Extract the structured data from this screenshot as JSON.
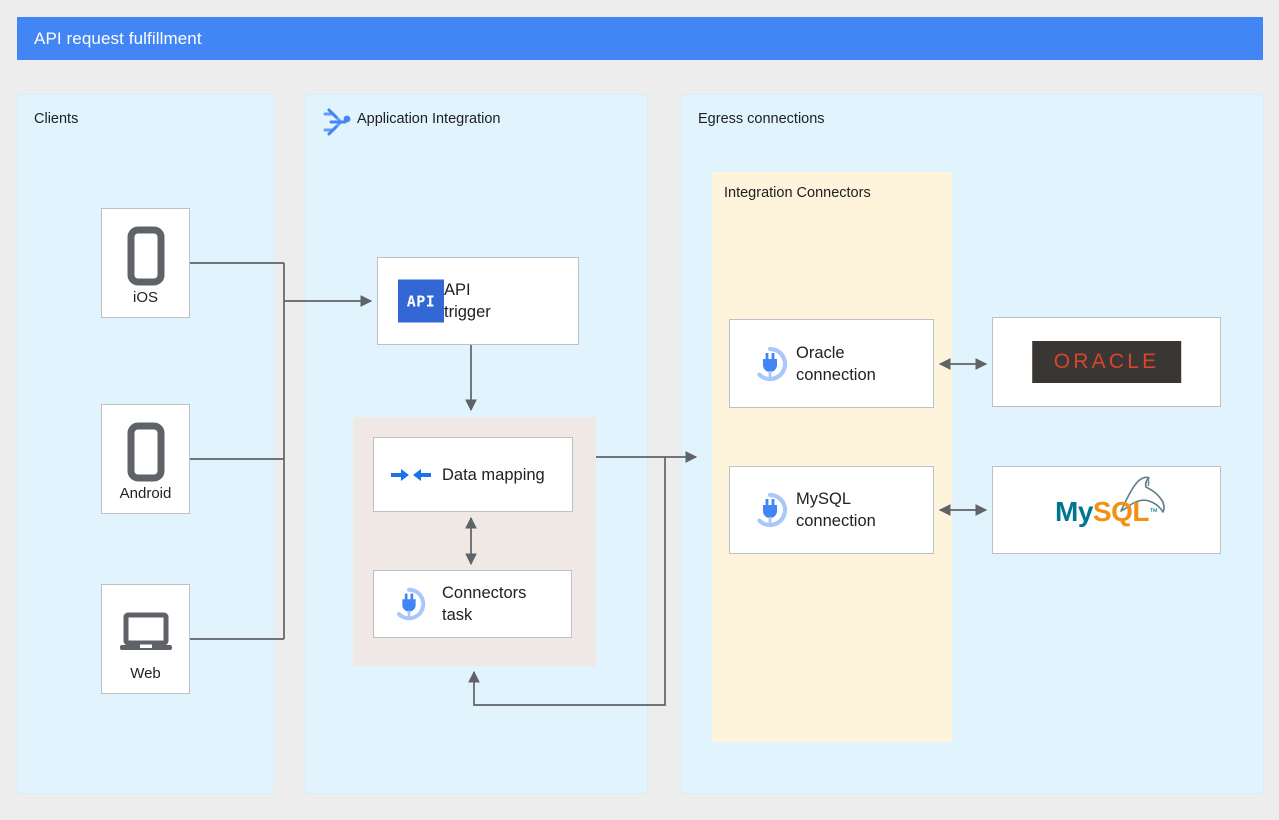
{
  "header": {
    "title": "API request fulfillment",
    "bar_color": "#4285F4"
  },
  "panels": {
    "clients": {
      "title": "Clients",
      "background": "#E1F3FC"
    },
    "application_integration": {
      "title": "Application Integration",
      "icon": "application-integration-icon",
      "background": "#E1F3FC"
    },
    "egress": {
      "title": "Egress connections",
      "background": "#E1F3FC"
    },
    "integration_connectors": {
      "title": "Integration Connectors",
      "background": "#FEF4DC"
    }
  },
  "clients": [
    {
      "label": "iOS",
      "icon": "phone-icon"
    },
    {
      "label": "Android",
      "icon": "phone-icon"
    },
    {
      "label": "Web",
      "icon": "laptop-icon"
    }
  ],
  "integration_nodes": {
    "api_trigger": {
      "label": "API\ntrigger",
      "icon": "api-badge-icon",
      "icon_text": "API"
    },
    "data_mapping": {
      "label": "Data mapping",
      "icon": "data-mapping-icon"
    },
    "connectors_task": {
      "label": "Connectors\ntask",
      "icon": "connector-plug-icon"
    }
  },
  "connections": [
    {
      "label": "Oracle\nconnection",
      "icon": "connector-plug-icon",
      "target": "Oracle",
      "target_logo": "oracle-logo"
    },
    {
      "label": "MySQL\nconnection",
      "icon": "connector-plug-icon",
      "target": "MySQL",
      "target_logo": "mysql-logo"
    }
  ],
  "logos": {
    "oracle": {
      "text": "ORACLE",
      "text_color": "#D9442B",
      "background": "#3A3633"
    },
    "mysql": {
      "my": "My",
      "sql": "SQL",
      "tm": "™",
      "my_color": "#00758F",
      "sql_color": "#F29111"
    }
  },
  "colors": {
    "page_background": "#EDEDED",
    "panel_blue": "#E1F3FC",
    "panel_yellow": "#FEF4DC",
    "panel_beige": "#EFE8E5",
    "accent_blue": "#1A73E8",
    "wire": "#5F6368"
  }
}
